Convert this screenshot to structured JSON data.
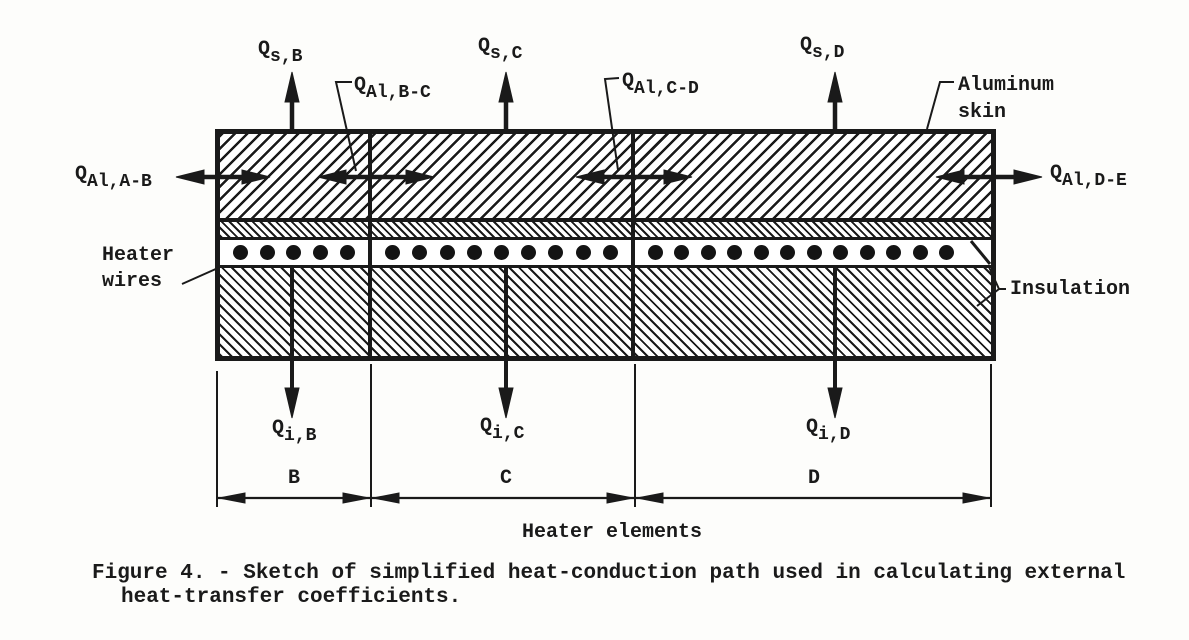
{
  "page": {
    "paper_color": "#fdfdfb",
    "ink_color": "#1a1a1a"
  },
  "figure_caption": {
    "line1": "Figure 4. - Sketch of simplified heat-conduction path used in calculating external",
    "line2": "heat-transfer coefficients."
  },
  "diagram": {
    "component_labels": {
      "aluminum_skin_line1": "Aluminum",
      "aluminum_skin_line2": "skin",
      "heater_wires_line1": "Heater",
      "heater_wires_line2": "wires",
      "insulation": "Insulation",
      "heater_elements": "Heater elements"
    },
    "heat_flow_labels": {
      "qsB": {
        "base": "Q",
        "sub": "s,B"
      },
      "qsC": {
        "base": "Q",
        "sub": "s,C"
      },
      "qsD": {
        "base": "Q",
        "sub": "s,D"
      },
      "qAlAB": {
        "base": "Q",
        "sub": "Al,A-B"
      },
      "qAlBC": {
        "base": "Q",
        "sub": "Al,B-C"
      },
      "qAlCD": {
        "base": "Q",
        "sub": "Al,C-D"
      },
      "qAlDE": {
        "base": "Q",
        "sub": "Al,D-E"
      },
      "qiB": {
        "base": "Q",
        "sub": "i,B"
      },
      "qiC": {
        "base": "Q",
        "sub": "i,C"
      },
      "qiD": {
        "base": "Q",
        "sub": "i,D"
      }
    },
    "section_labels": {
      "B": "B",
      "C": "C",
      "D": "D"
    },
    "heater_wire_dots": {
      "B": 5,
      "C": 9,
      "D": 12
    }
  }
}
